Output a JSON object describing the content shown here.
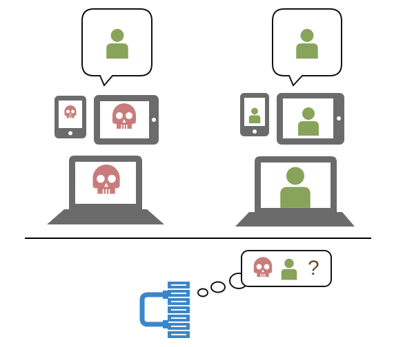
{
  "colors": {
    "device": "#6b6b6b",
    "bubble_border": "#111111",
    "person": "#87a45a",
    "skull": "#c97c7c",
    "divider": "#000000",
    "server": "#3b86c9",
    "question": "#6b4a2a"
  },
  "icons": {
    "person": "person-icon",
    "skull": "skull-icon",
    "server": "server-icon",
    "phone": "phone-icon",
    "tablet": "tablet-icon",
    "laptop": "laptop-icon"
  },
  "groups": [
    {
      "name": "left-user",
      "bubble_content": "person",
      "phone_screen": "skull",
      "tablet_screen": "skull",
      "laptop_screen": "skull"
    },
    {
      "name": "right-user",
      "bubble_content": "person",
      "phone_screen": "person",
      "tablet_screen": "person",
      "laptop_screen": "person"
    }
  ],
  "server_thought": {
    "contents": [
      "skull",
      "person",
      "question"
    ],
    "question_text": "?"
  }
}
